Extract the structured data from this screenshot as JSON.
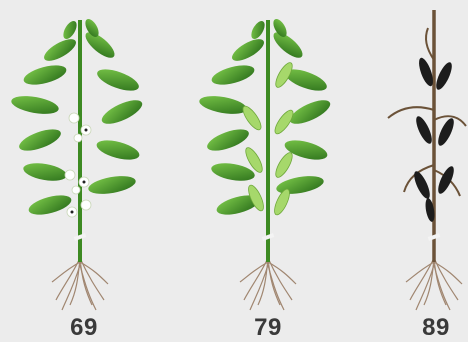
{
  "stages": [
    {
      "code": "69",
      "illustration": "faba-bean-plant-flowering-icon"
    },
    {
      "code": "79",
      "illustration": "faba-bean-plant-green-pods-icon"
    },
    {
      "code": "89",
      "illustration": "faba-bean-plant-mature-black-pods-icon"
    }
  ],
  "colors": {
    "background": "#ececec",
    "leaf_dark": "#2f7d1f",
    "leaf_light": "#6cbf3a",
    "pod_green": "#a6d86b",
    "pod_black": "#1c1c1c",
    "stem_dry": "#6b5238",
    "root": "#a08670",
    "label": "#3a3a3a"
  }
}
